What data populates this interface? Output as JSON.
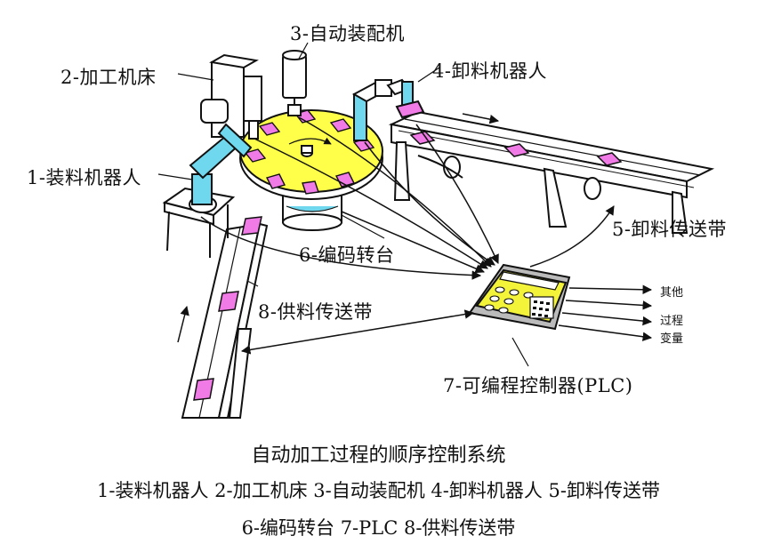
{
  "diagram": {
    "labels": {
      "loader_robot": "1-装料机器人",
      "machine_tool": "2-加工机床",
      "assembler": "3-自动装配机",
      "unloader_robot": "4-卸料机器人",
      "unload_conveyor": "5-卸料传送带",
      "coding_turntable": "6-编码转台",
      "plc": "7-可编程控制器(PLC)",
      "supply_conveyor": "8-供料传送带"
    },
    "outputs": [
      "其他",
      "过程",
      "变量"
    ],
    "colors": {
      "platform": "#ffff4a",
      "arm": "#6fd8ee",
      "part": "#f07ae6",
      "plc_body": "#f3f33a",
      "line": "#111111"
    }
  },
  "caption": {
    "title": "自动加工过程的顺序控制系统",
    "line1": "1-装料机器人  2-加工机床  3-自动装配机 4-卸料机器人 5-卸料传送带",
    "line2": "6-编码转台  7-PLC    8-供料传送带"
  }
}
